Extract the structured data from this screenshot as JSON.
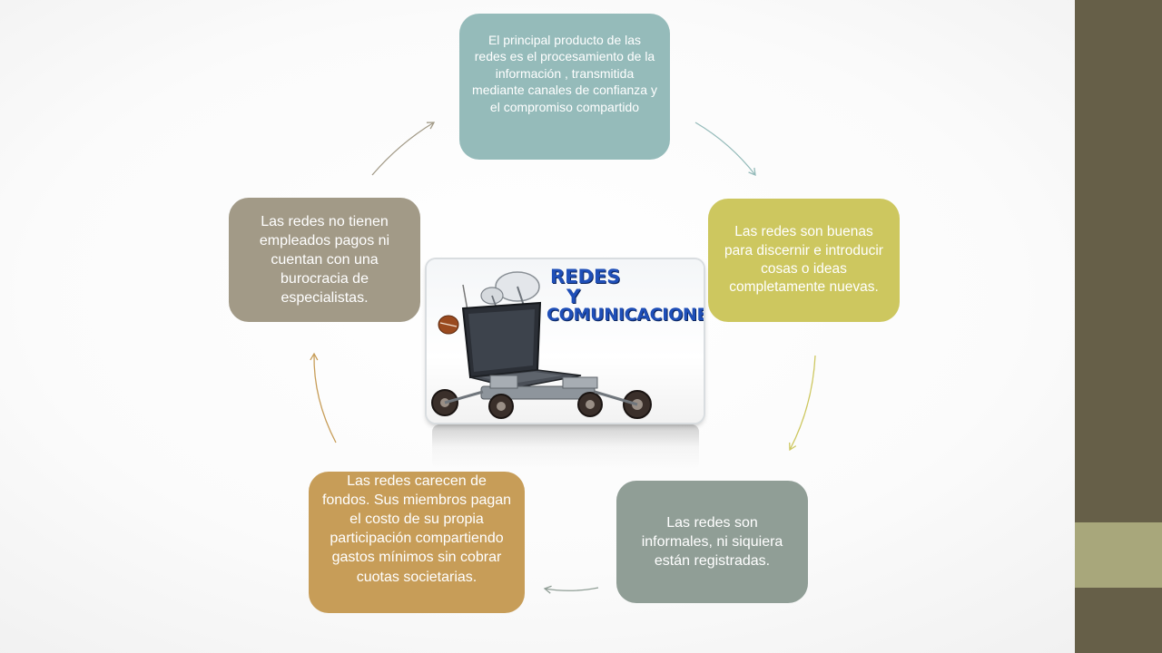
{
  "diagram": {
    "nodes": [
      {
        "id": "n1",
        "text": "El principal producto de las redes es el procesamiento de la información , transmitida mediante canales de confianza y el compromiso compartido",
        "color": "#95bbba"
      },
      {
        "id": "n2",
        "text": "Las redes son buenas para discernir e introducir cosas o ideas completamente nuevas.",
        "color": "#cdc75f"
      },
      {
        "id": "n3",
        "text": "Las redes son informales, ni siquiera están registradas.",
        "color": "#909e96"
      },
      {
        "id": "n4",
        "text": "Las redes carecen de fondos. Sus miembros pagan el costo de su propia participación compartiendo gastos mínimos sin cobrar cuotas societarias.",
        "color": "#c79d58"
      },
      {
        "id": "n5",
        "text": "Las redes no tienen empleados pagos ni cuentan con una burocracia de especialistas.",
        "color": "#a29a87"
      }
    ],
    "center_image": {
      "title_line1": "REDES",
      "title_line2": "Y",
      "title_line3": "COMUNICACIONES",
      "title_color": "#1f4fb8"
    }
  },
  "theme": {
    "sidebar_color": "#665f48",
    "sidebar_accent_color": "#a8a77b"
  }
}
